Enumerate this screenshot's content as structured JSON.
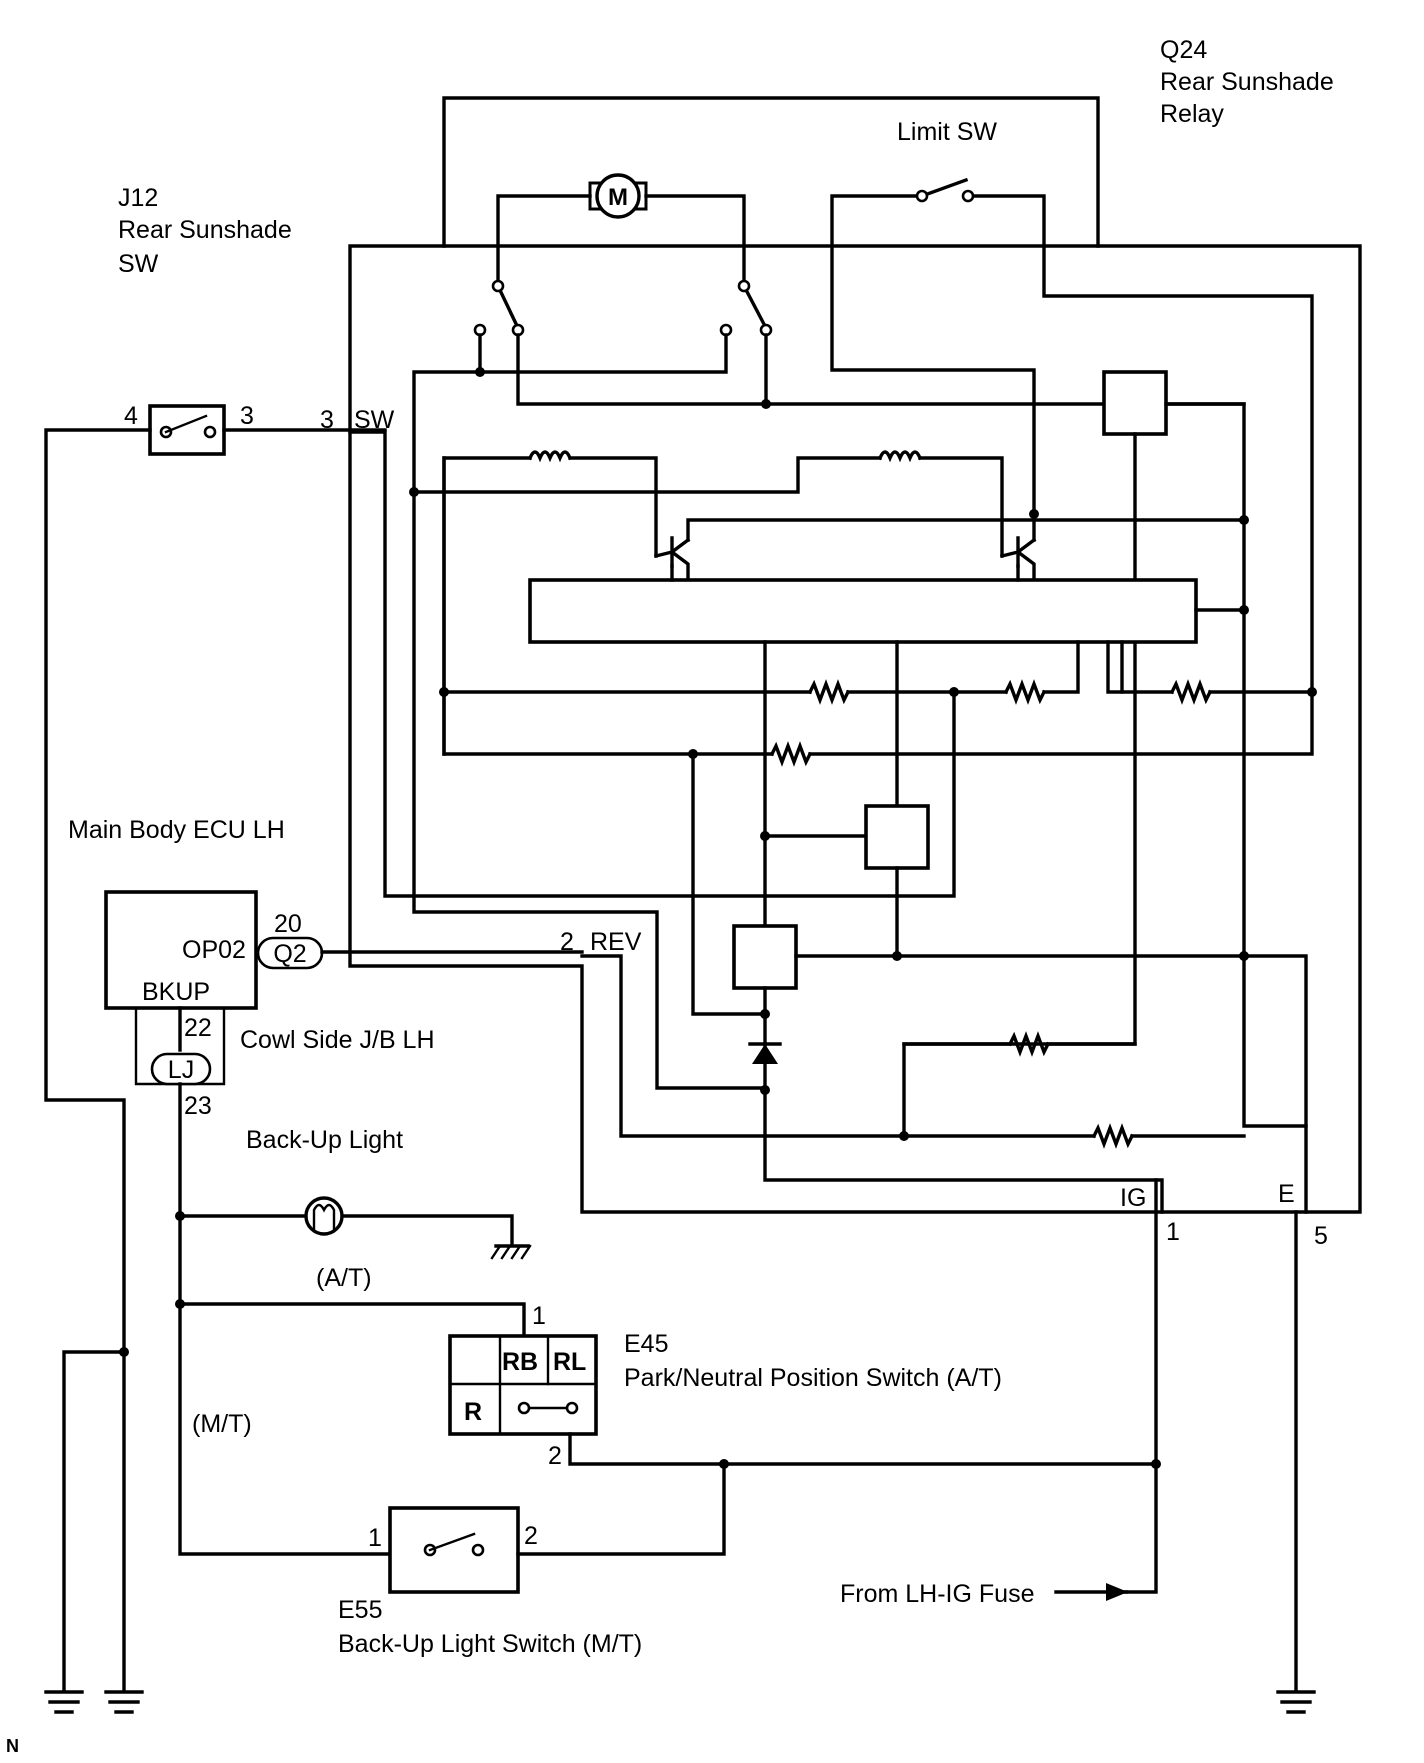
{
  "components": {
    "relay": {
      "code": "Q24",
      "name": "Rear Sunshade",
      "name2": "Relay"
    },
    "sunshade_sw": {
      "code": "J12",
      "name": "Rear Sunshade",
      "name2": "SW"
    },
    "limit_sw": "Limit SW",
    "motor": "M",
    "ecu": {
      "name": "Main Body ECU LH",
      "op": "OP02",
      "bkup": "BKUP"
    },
    "jb": "Cowl Side J/B LH",
    "backup_light": "Back-Up Light",
    "pnp_switch": {
      "code": "E45",
      "name": "Park/Neutral Position Switch (A/T)"
    },
    "bu_switch": {
      "code": "E55",
      "name": "Back-Up Light Switch (M/T)"
    },
    "from_fuse": "From LH-IG Fuse",
    "corner_mark": "N"
  },
  "connectors": {
    "q2": "Q2",
    "lj": "LJ"
  },
  "pnp_labels": {
    "rb": "RB",
    "rl": "RL",
    "r": "R"
  },
  "variants": {
    "at": "(A/T)",
    "mt": "(M/T)"
  },
  "terminals": {
    "relay_sw": "SW",
    "relay_rev": "REV",
    "relay_ig": "IG",
    "relay_e": "E",
    "pin_sw": "3",
    "pin_rev": "2",
    "pin_ig": "1",
    "pin_e": "5",
    "j12_4": "4",
    "j12_3": "3",
    "ecu_20": "20",
    "jb_22": "22",
    "jb_23": "23",
    "e45_1": "1",
    "e45_2": "2",
    "e55_1": "1",
    "e55_2": "2"
  }
}
